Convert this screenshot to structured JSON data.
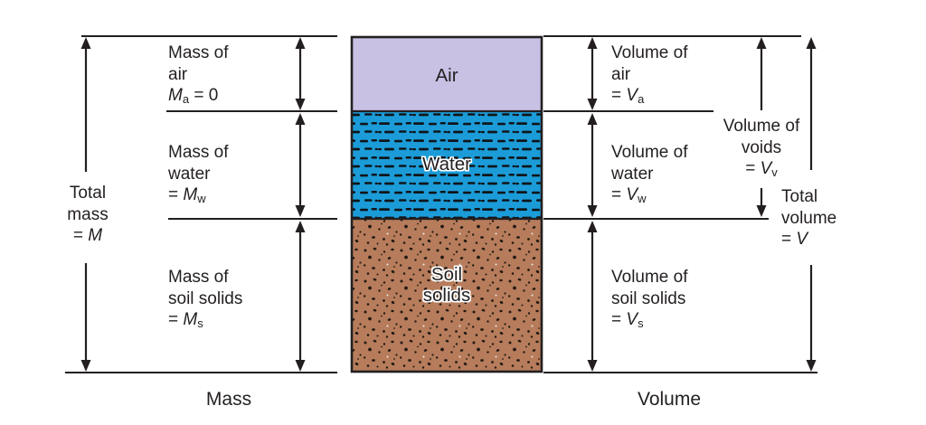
{
  "colors": {
    "air": "#c8c1e4",
    "water": "#1b9cd8",
    "soil": "#b67c5b",
    "ink": "#231f20"
  },
  "column": {
    "air_label": "Air",
    "water_label": "Water",
    "soil_label_line1": "Soil",
    "soil_label_line2": "solids"
  },
  "axis": {
    "mass": "Mass",
    "volume": "Volume"
  },
  "labels": {
    "total_mass": {
      "line1": "Total",
      "line2": "mass",
      "eq": {
        "pre": "= ",
        "sym": "M",
        "sub": "",
        "post": ""
      }
    },
    "mass_air": {
      "line1": "Mass of",
      "line2": "air",
      "eq": {
        "pre": "",
        "sym": "M",
        "sub": "a",
        "post": " = 0"
      }
    },
    "mass_water": {
      "line1": "Mass of",
      "line2": "water",
      "eq": {
        "pre": "= ",
        "sym": "M",
        "sub": "w",
        "post": ""
      }
    },
    "mass_soil": {
      "line1": "Mass of",
      "line2": "soil solids",
      "eq": {
        "pre": "= ",
        "sym": "M",
        "sub": "s",
        "post": ""
      }
    },
    "vol_air": {
      "line1": "Volume of",
      "line2": "air",
      "eq": {
        "pre": "= ",
        "sym": "V",
        "sub": "a",
        "post": ""
      }
    },
    "vol_water": {
      "line1": "Volume of",
      "line2": "water",
      "eq": {
        "pre": "= ",
        "sym": "V",
        "sub": "w",
        "post": ""
      }
    },
    "vol_voids": {
      "line1": "Volume of",
      "line2": "voids",
      "eq": {
        "pre": "= ",
        "sym": "V",
        "sub": "v",
        "post": ""
      }
    },
    "vol_soil": {
      "line1": "Volume of",
      "line2": "soil solids",
      "eq": {
        "pre": "= ",
        "sym": "V",
        "sub": "s",
        "post": ""
      }
    },
    "total_volume": {
      "line1": "Total",
      "line2": "volume",
      "eq": {
        "pre": "= ",
        "sym": "V",
        "sub": "",
        "post": ""
      }
    }
  }
}
